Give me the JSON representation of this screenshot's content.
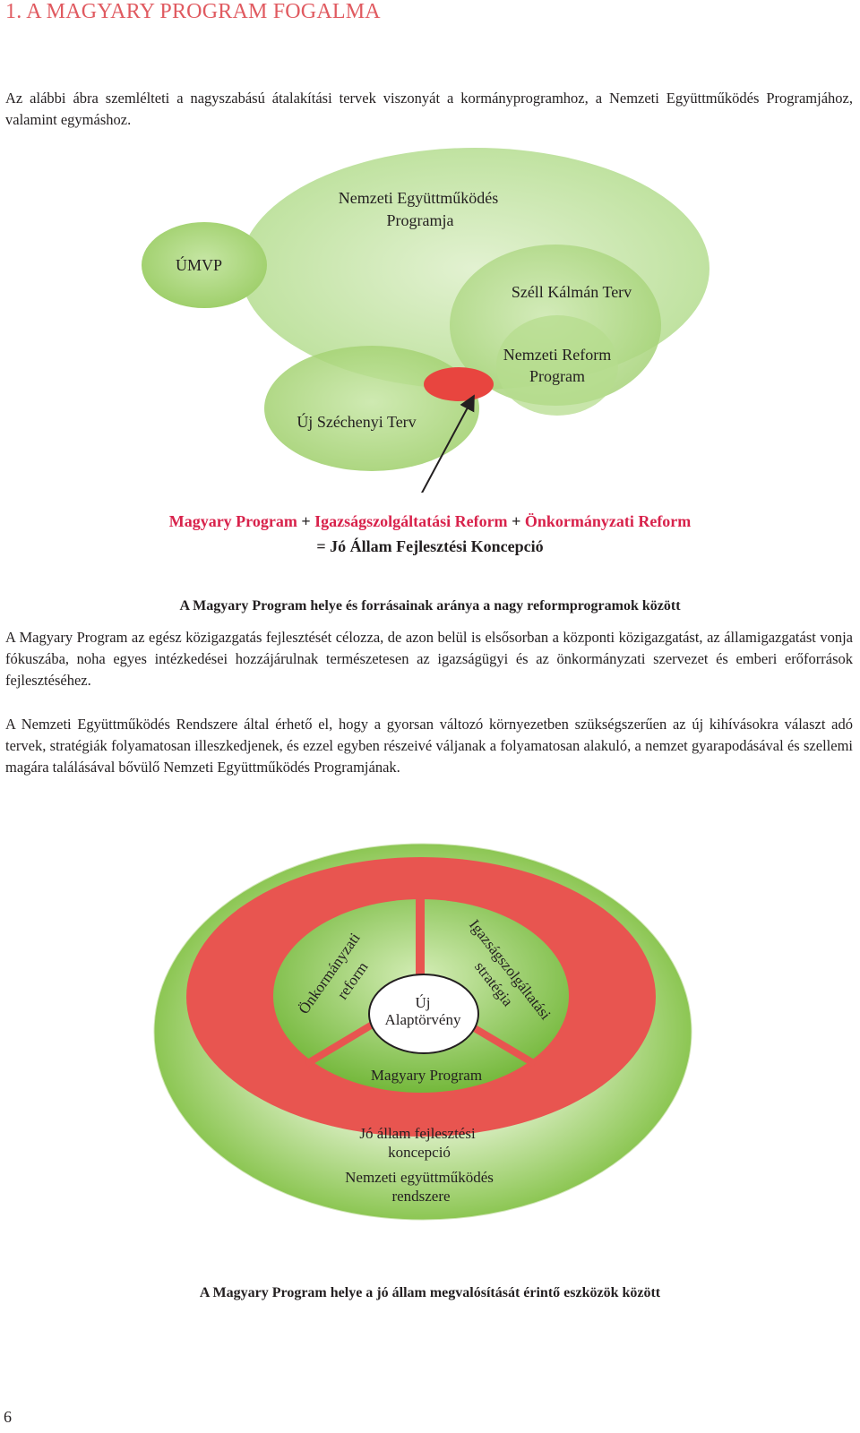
{
  "heading": "1. A MAGYARY PROGRAM FOGALMA",
  "intro": "Az alábbi ábra szemlélteti a nagyszabású átalakítási tervek viszonyát a kormányprogramhoz, a Nemzeti Együttműködés Programjához, valamint egymáshoz.",
  "figure1": {
    "nep_line1": "Nemzeti Együttműködés",
    "nep_line2": "Programja",
    "umvp": "ÚMVP",
    "szell": "Széll Kálmán Terv",
    "nrp_line1": "Nemzeti Reform",
    "nrp_line2": "Program",
    "ujszech": "Új Széchenyi Terv",
    "formula_mp": "Magyary Program",
    "formula_plus1": " + ",
    "formula_igaz": "Igazságszolgáltatási Reform",
    "formula_plus2": " + ",
    "formula_onk": "Önkormányzati Reform",
    "formula_result": "= Jó Állam Fejlesztési Koncepció",
    "caption": "A Magyary Program helye és forrásainak aránya a nagy reformprogramok között"
  },
  "para1": "A Magyary Program az egész közigazgatás fejlesztését célozza, de azon belül is elsősorban a központi közigazgatást, az állam­igazgatást vonja fókuszába, noha egyes intézkedései hozzájárulnak természetesen az igazságügyi és az önkormányzati szervezet és emberi erőforrások fejlesztéséhez.",
  "para2": "A Nemzeti Együttműködés Rendszere által érhető el, hogy a gyorsan változó környezetben szükségszerűen az új kihívásokra választ adó tervek, stratégiák folyamatosan illeszkedjenek, és ezzel egyben részeivé váljanak a folyamatosan alakuló, a nemzet gyarapodásával és szellemi magára találásával bővülő Nemzeti Együttműködés Programjának.",
  "figure2": {
    "onk_line1": "Önkormányzati",
    "onk_line2": "reform",
    "igaz_line1": "Igazságszolgáltatási",
    "igaz_line2": "stratégia",
    "uj_line1": "Új",
    "uj_line2": "Alaptörvény",
    "mp": "Magyary Program",
    "jo_line1": "Jó állam fejlesztési",
    "jo_line2": "koncepció",
    "ner_line1": "Nemzeti együttműködés",
    "ner_line2": "rendszere",
    "caption": "A Magyary Program helye a jó állam megvalósítását érintő eszközök között"
  },
  "page_number": "6",
  "colors": {
    "heading": "#e05a60",
    "red_text": "#d8224b",
    "ellipse_green": "#9fcf6b",
    "ring_red": "#e85550",
    "bubble_red": "#e8453f",
    "inner_green": "#86c44a"
  }
}
